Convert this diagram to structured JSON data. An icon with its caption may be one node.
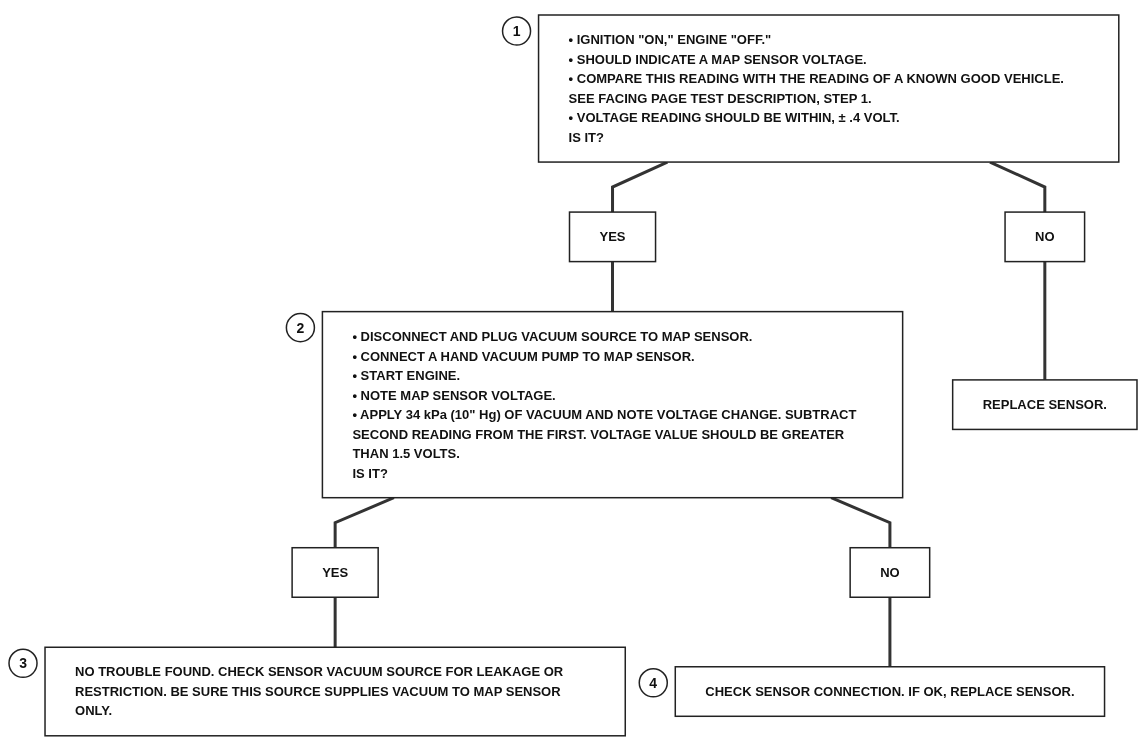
{
  "diagram": {
    "nodes": [
      {
        "text": [
          "• IGNITION \"ON,\" ENGINE \"OFF.\"",
          "• SHOULD INDICATE A MAP SENSOR VOLTAGE.",
          "• COMPARE THIS READING WITH THE READING OF A KNOWN GOOD VEHICLE. SEE FACING PAGE TEST DESCRIPTION, STEP 1.",
          "• VOLTAGE READING SHOULD BE WITHIN, ± .4 VOLT.",
          "IS IT?"
        ],
        "beside": [
          "1"
        ]
      },
      {
        "text": [
          "YES"
        ]
      },
      {
        "text": [
          "NO"
        ]
      },
      {
        "text": [
          "• DISCONNECT AND PLUG VACUUM SOURCE TO MAP SENSOR.",
          "• CONNECT A HAND VACUUM PUMP TO MAP SENSOR.",
          "• START ENGINE.",
          "• NOTE MAP SENSOR VOLTAGE.",
          "• APPLY 34 kPa (10\" Hg) OF VACUUM AND NOTE VOLTAGE CHANGE. SUBTRACT SECOND READING FROM THE FIRST. VOLTAGE VALUE SHOULD BE GREATER THAN 1.5 VOLTS.",
          "IS IT?"
        ],
        "beside": [
          "2"
        ]
      },
      {
        "text": [
          "REPLACE SENSOR."
        ]
      },
      {
        "text": [
          "YES"
        ]
      },
      {
        "text": [
          "NO"
        ]
      },
      {
        "text": [
          "NO TROUBLE FOUND. CHECK SENSOR VACUUM SOURCE FOR LEAKAGE OR RESTRICTION. BE SURE THIS SOURCE SUPPLIES VACUUM TO MAP SENSOR ONLY."
        ],
        "beside": [
          "3"
        ]
      },
      {
        "text": [
          "CHECK SENSOR CONNECTION. IF OK, REPLACE SENSOR."
        ],
        "beside": [
          "4"
        ]
      }
    ],
    "edges": [
      {
        "from": 0,
        "to": 1,
        "arrow": "none"
      },
      {
        "from": 0,
        "to": 2,
        "arrow": "none"
      },
      {
        "from": 1,
        "to": 3,
        "arrow": "none"
      },
      {
        "from": 2,
        "to": 4,
        "arrow": "none"
      },
      {
        "from": 3,
        "to": 5,
        "arrow": "none"
      },
      {
        "from": 3,
        "to": 6,
        "arrow": "none"
      },
      {
        "from": 5,
        "to": 7,
        "arrow": "none"
      },
      {
        "from": 6,
        "to": 8,
        "arrow": "none"
      }
    ]
  }
}
